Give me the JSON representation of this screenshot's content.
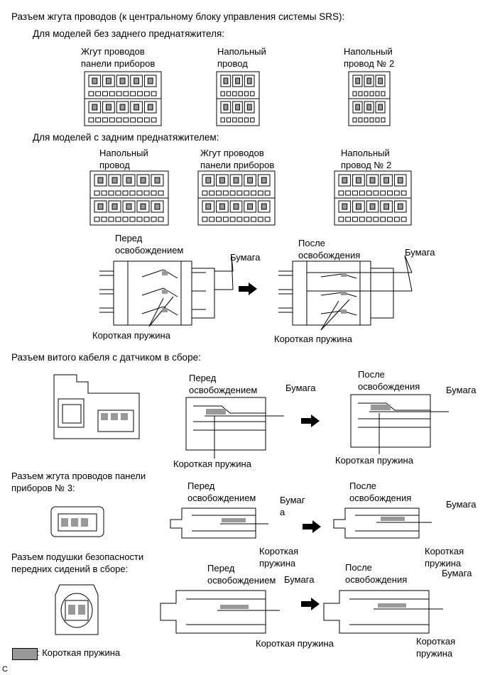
{
  "heading_main": "Разъем жгута проводов (к центральному блоку управления системы SRS):",
  "sub_no_pretensioner": "Для моделей без заднего преднатяжителя:",
  "sub_with_pretensioner": "Для моделей с задним преднатяжителем:",
  "row1": {
    "c1": [
      "Жгут проводов",
      "панели приборов"
    ],
    "c2": [
      "Напольный",
      "провод"
    ],
    "c3": [
      "Напольный",
      "провод № 2"
    ]
  },
  "row2": {
    "c1": [
      "Напольный",
      "провод"
    ],
    "c2": [
      "Жгут проводов",
      "панели приборов"
    ],
    "c3": [
      "Напольный",
      "провод № 2"
    ]
  },
  "release_main": {
    "before": [
      "Перед",
      "освобождением"
    ],
    "after": [
      "После",
      "освобождения"
    ],
    "paper": "Бумага",
    "spring": "Короткая пружина"
  },
  "spiral": {
    "heading": "Разъем витого кабеля с датчиком в сборе:",
    "before": [
      "Перед",
      "освобождением"
    ],
    "after": [
      "После",
      "освобождения"
    ],
    "paper": "Бумага",
    "spring": "Короткая пружина"
  },
  "panel3": {
    "heading": [
      "Разъем жгута проводов панели",
      "приборов № 3:"
    ],
    "before": [
      "Перед",
      "освобождением"
    ],
    "after": [
      "После",
      "освобождения"
    ],
    "paper_before": [
      "Бумаг",
      "а"
    ],
    "paper_after": "Бумага",
    "spring": [
      "Короткая",
      "пружина"
    ]
  },
  "seat": {
    "heading": [
      "Разъем подушки безопасности",
      "передних сидений в сборе:"
    ],
    "before": [
      "Перед",
      "освобождением"
    ],
    "after": [
      "После",
      "освобождения"
    ],
    "paper": "Бумага",
    "spring_before": "Короткая пружина",
    "spring_after": [
      "Короткая",
      "пружина"
    ]
  },
  "legend": ": Короткая пружина",
  "corner_mark": "C",
  "colors": {
    "spring_fill": "#999999",
    "line": "#000000"
  }
}
